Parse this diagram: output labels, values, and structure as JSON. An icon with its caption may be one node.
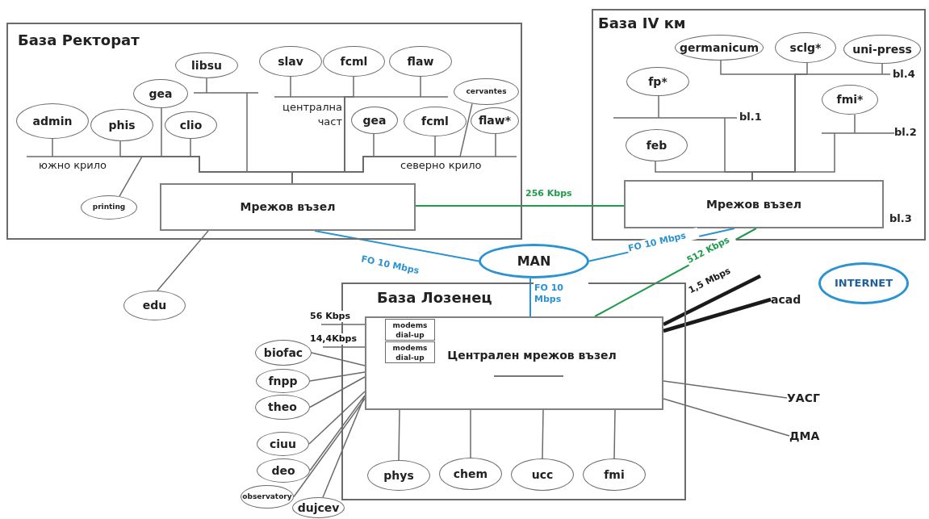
{
  "diagram": {
    "nodes": [
      {
        "text": [
          "База Ректорат"
        ]
      },
      {
        "text": [
          "libsu"
        ],
        "in": 0
      },
      {
        "text": [
          "slav"
        ],
        "in": 0
      },
      {
        "text": [
          "fcml"
        ],
        "in": 0
      },
      {
        "text": [
          "flaw"
        ],
        "in": 0
      },
      {
        "text": [
          "gea"
        ],
        "in": 0
      },
      {
        "text": [
          "cervantes"
        ],
        "in": 0
      },
      {
        "text": [
          "admin"
        ],
        "in": 0
      },
      {
        "text": [
          "phis"
        ],
        "in": 0
      },
      {
        "text": [
          "clio"
        ],
        "in": 0
      },
      {
        "text": [
          "gea"
        ],
        "in": 0
      },
      {
        "text": [
          "fcml"
        ],
        "in": 0
      },
      {
        "text": [
          "flaw*"
        ],
        "in": 0
      },
      {
        "text": [
          "printing"
        ],
        "in": 0
      },
      {
        "text": [
          "Мрежов възел"
        ],
        "in": 0
      },
      {
        "text": [
          "edu"
        ]
      },
      {
        "text": [
          "База IV км"
        ]
      },
      {
        "text": [
          "germanicum"
        ],
        "in": 16
      },
      {
        "text": [
          "sclg*"
        ],
        "in": 16
      },
      {
        "text": [
          "uni-press"
        ],
        "in": 16
      },
      {
        "text": [
          "fp*"
        ],
        "in": 16
      },
      {
        "text": [
          "fmi*"
        ],
        "in": 16
      },
      {
        "text": [
          "feb"
        ],
        "in": 16
      },
      {
        "text": [
          "Мрежов възел"
        ],
        "in": 16,
        "beside": [
          "bl.3"
        ]
      },
      {
        "text": [
          "MAN"
        ]
      },
      {
        "text": [
          "База Лозенец"
        ]
      },
      {
        "text": [
          "Централен мрежов възел"
        ],
        "in": 25
      },
      {
        "text": [
          "modems dial-up"
        ],
        "in": 26
      },
      {
        "text": [
          "modems dial-up"
        ],
        "in": 26
      },
      {
        "text": [
          "phys"
        ],
        "in": 25
      },
      {
        "text": [
          "chem"
        ],
        "in": 25
      },
      {
        "text": [
          "ucc"
        ],
        "in": 25
      },
      {
        "text": [
          "fmi"
        ],
        "in": 25
      },
      {
        "text": [
          "biofac"
        ]
      },
      {
        "text": [
          "fnpp"
        ]
      },
      {
        "text": [
          "theo"
        ]
      },
      {
        "text": [
          "ciuu"
        ]
      },
      {
        "text": [
          "deo"
        ]
      },
      {
        "text": [
          "observatory"
        ]
      },
      {
        "text": [
          "dujcev"
        ]
      },
      {
        "text": [
          "acad"
        ]
      },
      {
        "text": [
          "УАСГ"
        ]
      },
      {
        "text": [
          "ДМА"
        ]
      },
      {
        "text": [
          "INTERNET"
        ]
      }
    ],
    "edges": [
      {
        "from": 1,
        "to": 14,
        "arrow": "none"
      },
      {
        "from": 2,
        "to": 14,
        "arrow": "none"
      },
      {
        "from": 3,
        "to": 14,
        "arrow": "none"
      },
      {
        "from": 4,
        "to": 14,
        "arrow": "none"
      },
      {
        "from": 5,
        "to": 14,
        "arrow": "none"
      },
      {
        "from": 6,
        "to": 14,
        "arrow": "none"
      },
      {
        "from": 7,
        "to": 14,
        "arrow": "none"
      },
      {
        "from": 8,
        "to": 14,
        "arrow": "none"
      },
      {
        "from": 9,
        "to": 14,
        "arrow": "none"
      },
      {
        "from": 10,
        "to": 14,
        "arrow": "none"
      },
      {
        "from": 11,
        "to": 14,
        "arrow": "none"
      },
      {
        "from": 12,
        "to": 14,
        "arrow": "none"
      },
      {
        "from": 13,
        "to": 14,
        "arrow": "none"
      },
      {
        "from": 14,
        "to": 15,
        "arrow": "none"
      },
      {
        "from": 17,
        "to": 23,
        "arrow": "none"
      },
      {
        "from": 18,
        "to": 23,
        "arrow": "none"
      },
      {
        "from": 19,
        "to": 23,
        "arrow": "none"
      },
      {
        "from": 20,
        "to": 23,
        "arrow": "none"
      },
      {
        "from": 21,
        "to": 23,
        "arrow": "none"
      },
      {
        "from": 22,
        "to": 23,
        "arrow": "none"
      },
      {
        "from": 14,
        "to": 23,
        "arrow": "none",
        "label": "256 Kbps",
        "color": "#1e9b4b"
      },
      {
        "from": 14,
        "to": 24,
        "arrow": "none",
        "label": "FO 10 Mbps",
        "color": "#2b93d1"
      },
      {
        "from": 23,
        "to": 24,
        "arrow": "none",
        "label": "FO 10 Mbps",
        "color": "#2b93d1"
      },
      {
        "from": 24,
        "to": 26,
        "arrow": "none",
        "label": "FO 10 Mbps",
        "color": "#2b93d1"
      },
      {
        "from": 23,
        "to": 26,
        "arrow": "none",
        "label": "512 Kbps",
        "color": "#1e9b4b"
      },
      {
        "from": 26,
        "to": null,
        "arrow": "none",
        "label": "1,5 Mbps",
        "style": "thick",
        "color": "#1a1a1a"
      },
      {
        "from": 26,
        "to": 40,
        "arrow": "none",
        "style": "thick",
        "color": "#1a1a1a"
      },
      {
        "from": 26,
        "to": 41,
        "arrow": "none"
      },
      {
        "from": 26,
        "to": 42,
        "arrow": "none"
      },
      {
        "from": null,
        "to": 27,
        "arrow": "to",
        "label": "56 Kbps"
      },
      {
        "from": null,
        "to": 28,
        "arrow": "to",
        "label": "14,4Kbps"
      },
      {
        "from": 33,
        "to": 26,
        "arrow": "none"
      },
      {
        "from": 34,
        "to": 26,
        "arrow": "none"
      },
      {
        "from": 35,
        "to": 26,
        "arrow": "none"
      },
      {
        "from": 36,
        "to": 26,
        "arrow": "none"
      },
      {
        "from": 37,
        "to": 26,
        "arrow": "none"
      },
      {
        "from": 38,
        "to": 26,
        "arrow": "none"
      },
      {
        "from": 39,
        "to": 26,
        "arrow": "none"
      },
      {
        "from": 26,
        "to": 29,
        "arrow": "none"
      },
      {
        "from": 26,
        "to": 30,
        "arrow": "none"
      },
      {
        "from": 26,
        "to": 31,
        "arrow": "none"
      },
      {
        "from": 26,
        "to": 32,
        "arrow": "none"
      }
    ],
    "labels": [
      "южно крило",
      "централна част",
      "северно крило",
      "bl.4",
      "bl.1",
      "bl.2"
    ]
  }
}
